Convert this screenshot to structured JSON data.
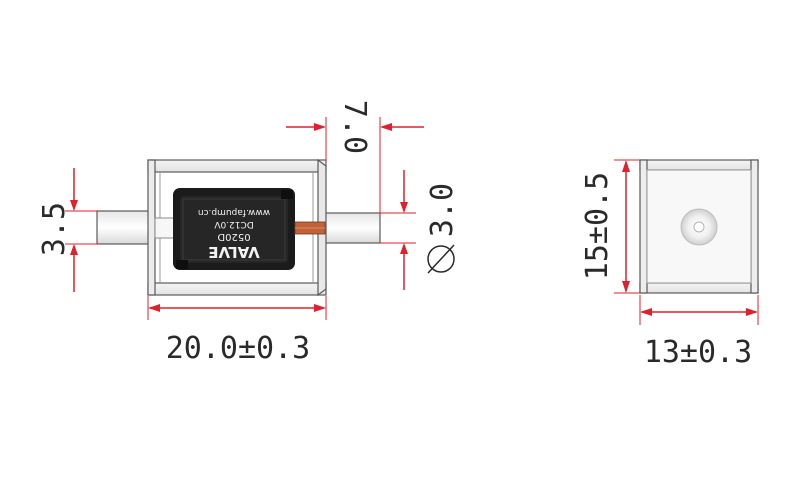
{
  "valve_label": {
    "brand_line": "VALVE",
    "model_line": "0520D",
    "voltage_line": "DC12.0V",
    "website_line": "www.fapump.cn"
  },
  "dimensions": {
    "left_port_height": "3.5",
    "top_offset": "7.0",
    "outlet_diameter": "3.0",
    "diameter_symbol": "∅",
    "body_length": "20.0±0.3",
    "end_height": "15±0.5",
    "end_width": "13±0.3"
  },
  "colors": {
    "dimension_line": "#e0202a",
    "outline": "#4a4a4a",
    "valve_body": "#1b1b1b",
    "copper": "#c0623a"
  }
}
